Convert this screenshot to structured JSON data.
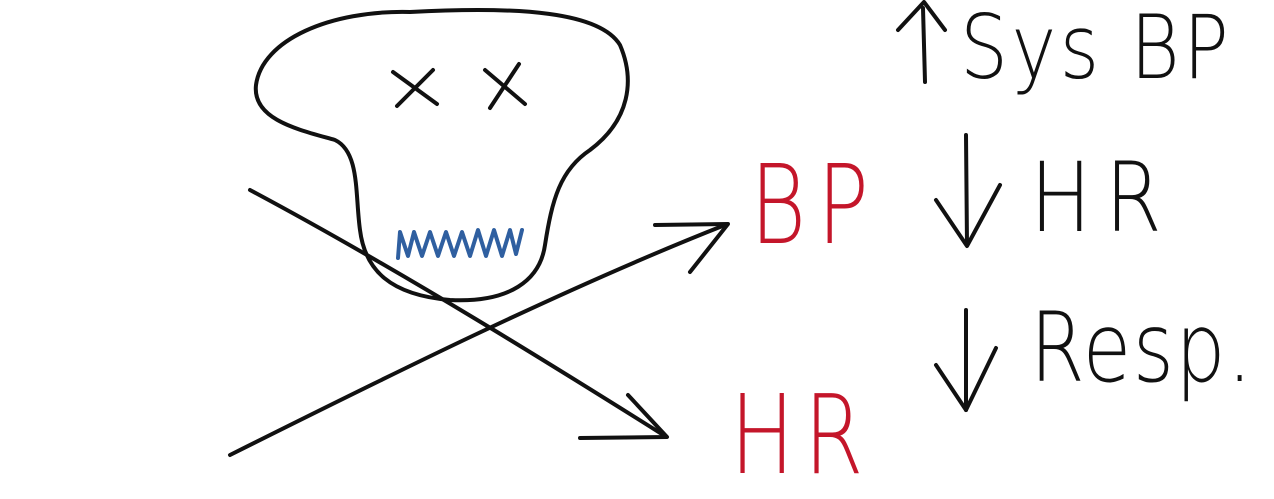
{
  "diagram": {
    "center_labels": {
      "bp": "BP",
      "hr": "HR"
    },
    "effects": [
      {
        "direction": "up",
        "label": "Sys BP"
      },
      {
        "direction": "down",
        "label": "HR"
      },
      {
        "direction": "down",
        "label": "Resp."
      }
    ],
    "colors": {
      "ink": "#111111",
      "accent_red": "#c4162a",
      "mouth_blue": "#2f5fa0",
      "background": "#ffffff"
    },
    "icons": [
      "skull-icon",
      "crossed-arrows-icon",
      "up-arrow-icon",
      "down-arrow-icon"
    ]
  }
}
